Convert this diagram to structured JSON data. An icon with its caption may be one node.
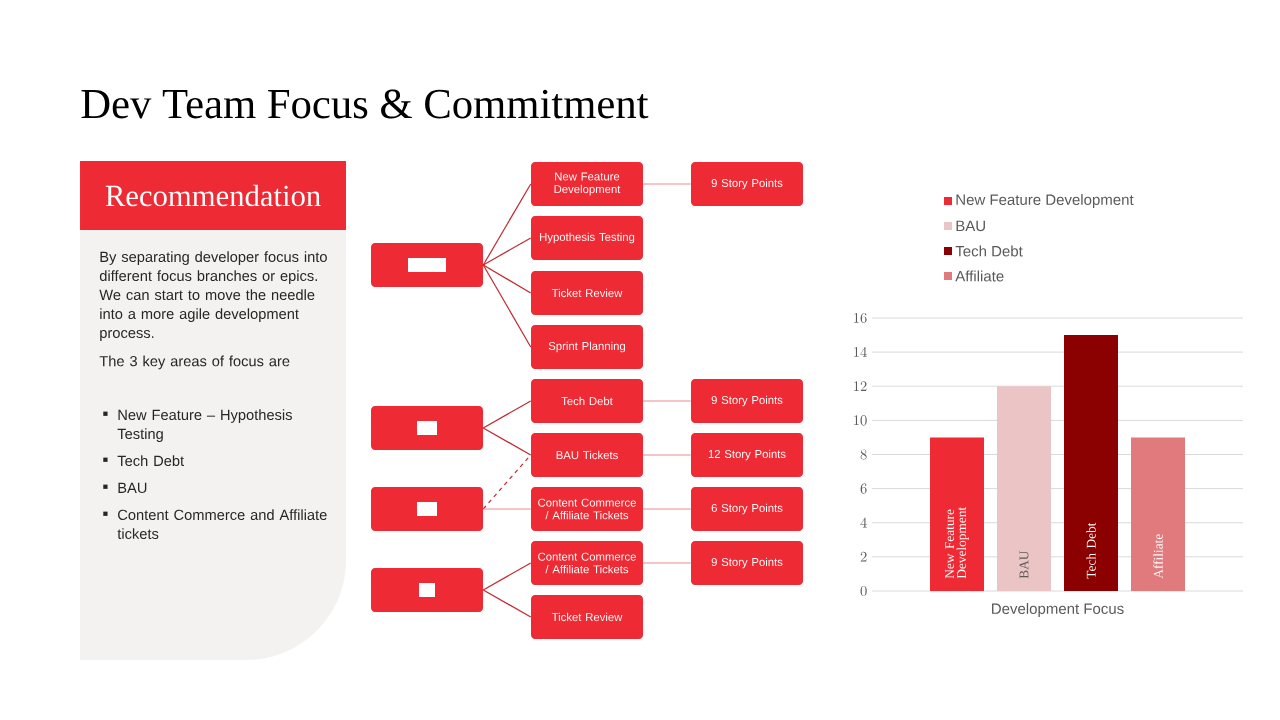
{
  "diagram": {
    "title": "Dev Team Focus & Commitment",
    "nodes": [
      {
        "text": [
          "Recommendation"
        ]
      },
      {
        "text": [
          "By separating developer focus into different focus branches or epics. We can start to move the needle into a more agile development process.",
          "The 3 key areas of focus are",
          "New Feature – Hypothesis Testing",
          "Tech Debt",
          "BAU",
          "Content Commerce and Affiliate tickets"
        ]
      },
      {
        "text": [],
        "shape": "box"
      },
      {
        "text": [
          "New Feature Development"
        ]
      },
      {
        "text": [
          "9 Story Points"
        ]
      },
      {
        "text": [
          "Hypothesis Testing"
        ]
      },
      {
        "text": [
          "Ticket Review"
        ]
      },
      {
        "text": [
          "Sprint Planning"
        ]
      },
      {
        "text": [],
        "shape": "box"
      },
      {
        "text": [
          "Tech Debt"
        ]
      },
      {
        "text": [
          "9 Story Points"
        ]
      },
      {
        "text": [
          "BAU Tickets"
        ]
      },
      {
        "text": [
          "12 Story Points"
        ]
      },
      {
        "text": [],
        "shape": "box"
      },
      {
        "text": [
          "Content Commerce / Affiliate Tickets"
        ]
      },
      {
        "text": [
          "6 Story Points"
        ]
      },
      {
        "text": [],
        "shape": "box"
      },
      {
        "text": [
          "Content Commerce / Affiliate Tickets"
        ]
      },
      {
        "text": [
          "9 Story Points"
        ]
      },
      {
        "text": [
          "Ticket Review"
        ]
      }
    ],
    "edges": [
      {
        "from": 2,
        "to": 3,
        "arrow": "none"
      },
      {
        "from": 2,
        "to": 5,
        "arrow": "none"
      },
      {
        "from": 2,
        "to": 6,
        "arrow": "none"
      },
      {
        "from": 2,
        "to": 7,
        "arrow": "none"
      },
      {
        "from": 3,
        "to": 4,
        "arrow": "none",
        "color": "#f08a8e"
      },
      {
        "from": 8,
        "to": 9,
        "arrow": "none"
      },
      {
        "from": 8,
        "to": 11,
        "arrow": "none"
      },
      {
        "from": 9,
        "to": 10,
        "arrow": "none",
        "color": "#f08a8e"
      },
      {
        "from": 11,
        "to": 12,
        "arrow": "none",
        "color": "#f08a8e"
      },
      {
        "from": 13,
        "to": 11,
        "arrow": "none",
        "style": "dashed"
      },
      {
        "from": 13,
        "to": 14,
        "arrow": "none",
        "color": "#f08a8e"
      },
      {
        "from": 14,
        "to": 15,
        "arrow": "none",
        "color": "#f08a8e"
      },
      {
        "from": 16,
        "to": 17,
        "arrow": "none"
      },
      {
        "from": 16,
        "to": 19,
        "arrow": "none"
      },
      {
        "from": 17,
        "to": 18,
        "arrow": "none",
        "color": "#f08a8e"
      }
    ],
    "chart_data": {
      "type": "bar",
      "xlabel": "Development Focus",
      "ylim": [
        0,
        16
      ],
      "yticks": [
        0,
        2,
        4,
        6,
        8,
        10,
        12,
        14,
        16
      ],
      "series": [
        {
          "name": "New Feature Development",
          "color": "#ee2b35",
          "values": [
            9
          ]
        },
        {
          "name": "BAU",
          "color": "#ebc5c5",
          "values": [
            12
          ]
        },
        {
          "name": "Tech Debt",
          "color": "#8b0000",
          "values": [
            15
          ]
        },
        {
          "name": "Affiliate",
          "color": "#e07a7c",
          "values": [
            9
          ]
        }
      ],
      "grid": true,
      "legend": "top",
      "annotations": [
        "New Feature Development",
        "BAU",
        "Tech Debt",
        "Affiliate"
      ]
    }
  }
}
